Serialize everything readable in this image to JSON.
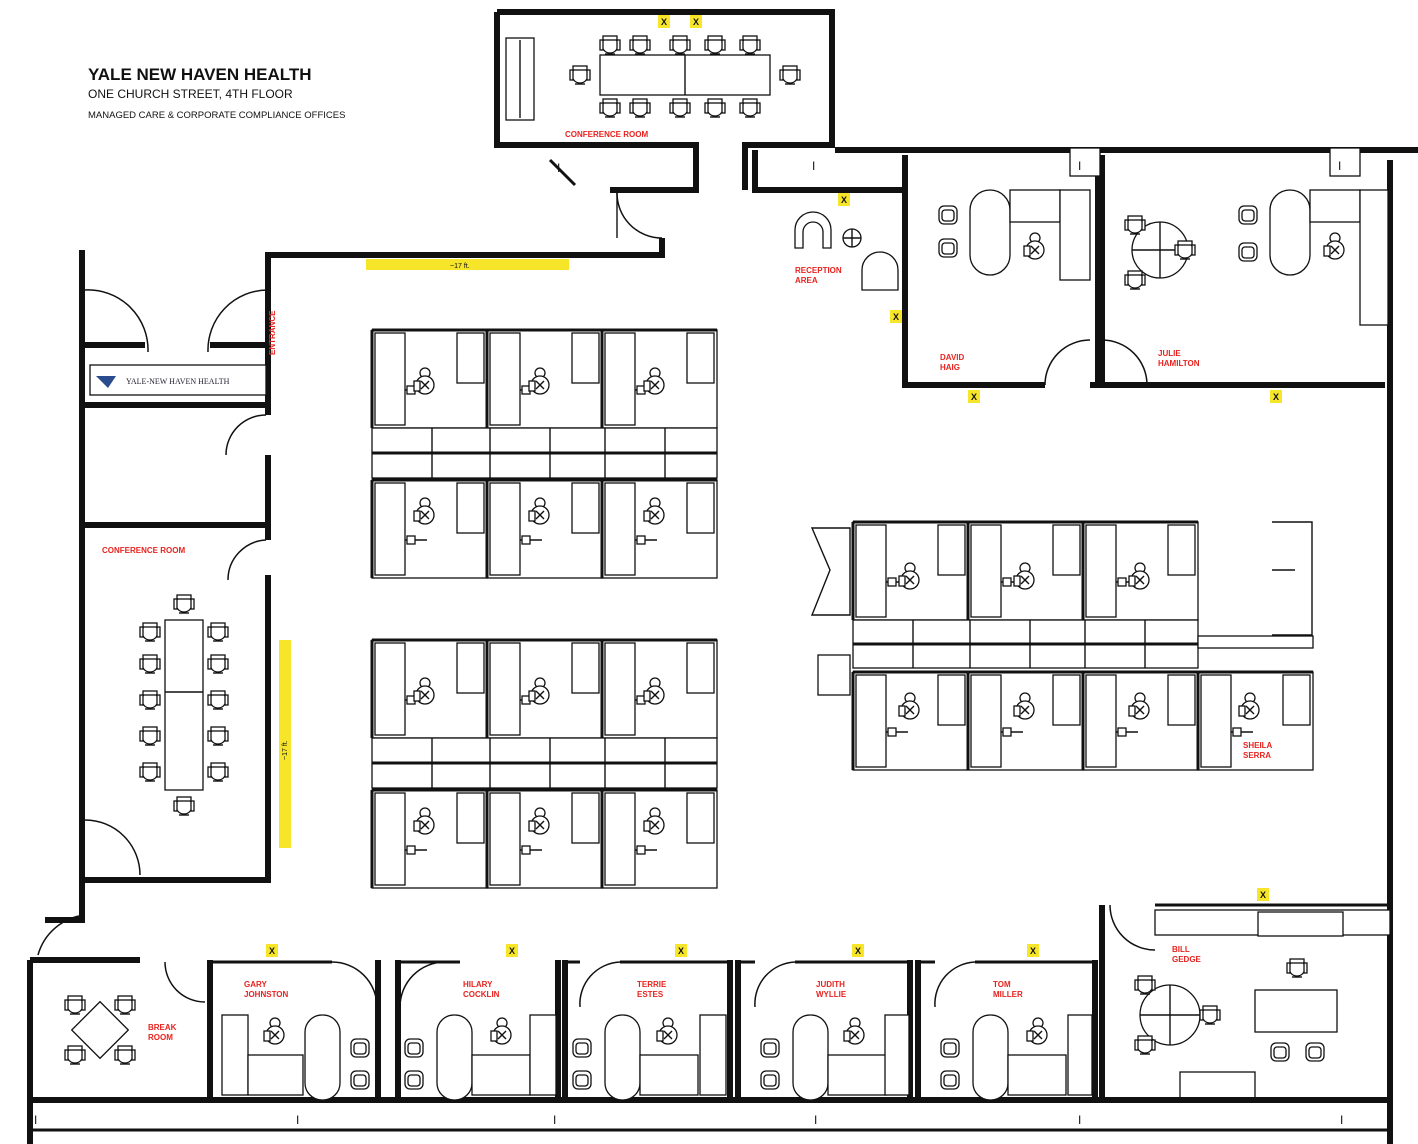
{
  "header": {
    "org": "YALE NEW HAVEN HEALTH",
    "address": "ONE CHURCH STREET, 4TH FLOOR",
    "department": "MANAGED CARE & CORPORATE COMPLIANCE OFFICES"
  },
  "sign_text": "YALE-NEW HAVEN HEALTH",
  "rooms": {
    "conference_top": "CONFERENCE ROOM",
    "conference_left": "CONFERENCE ROOM",
    "reception": [
      "RECEPTION",
      "AREA"
    ],
    "entrance": "ENTRANCE",
    "break_room": [
      "BREAK",
      "ROOM"
    ]
  },
  "offices": {
    "david": [
      "DAVID",
      "HAIG"
    ],
    "julie": [
      "JULIE",
      "HAMILTON"
    ],
    "sheila": [
      "SHEILA",
      "SERRA"
    ],
    "bill": [
      "BILL",
      "GEDGE"
    ],
    "gary": [
      "GARY",
      "JOHNSTON"
    ],
    "hilary": [
      "HILARY",
      "COCKLIN"
    ],
    "terrie": [
      "TERRIE",
      "ESTES"
    ],
    "judith": [
      "JUDITH",
      "WYLLIE"
    ],
    "tom": [
      "TOM",
      "MILLER"
    ]
  },
  "markers": {
    "x": "X"
  },
  "dims": {
    "top_strip": "~17 ft.",
    "left_strip": "~17 ft."
  },
  "colors": {
    "label": "#e8231f",
    "marker": "#f7e52a",
    "line": "#111111"
  }
}
